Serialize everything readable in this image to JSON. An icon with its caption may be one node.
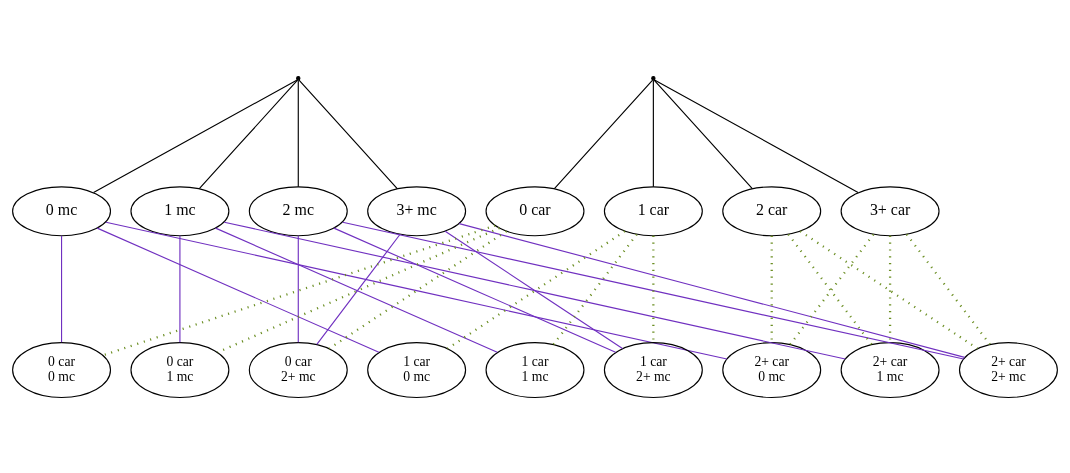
{
  "diagram": {
    "nodes": [
      {
        "text": [],
        "shape": "point"
      },
      {
        "text": [],
        "shape": "point"
      },
      {
        "text": [
          "0 mc"
        ]
      },
      {
        "text": [
          "1 mc"
        ]
      },
      {
        "text": [
          "2 mc"
        ]
      },
      {
        "text": [
          "3+ mc"
        ]
      },
      {
        "text": [
          "0 car"
        ]
      },
      {
        "text": [
          "1 car"
        ]
      },
      {
        "text": [
          "2 car"
        ]
      },
      {
        "text": [
          "3+ car"
        ]
      },
      {
        "text": [
          "0 car",
          "0 mc"
        ]
      },
      {
        "text": [
          "0 car",
          "1 mc"
        ]
      },
      {
        "text": [
          "0 car",
          "2+ mc"
        ]
      },
      {
        "text": [
          "1 car",
          "0 mc"
        ]
      },
      {
        "text": [
          "1 car",
          "1 mc"
        ]
      },
      {
        "text": [
          "1 car",
          "2+ mc"
        ]
      },
      {
        "text": [
          "2+ car",
          "0 mc"
        ]
      },
      {
        "text": [
          "2+ car",
          "1 mc"
        ]
      },
      {
        "text": [
          "2+ car",
          "2+ mc"
        ]
      }
    ],
    "edges": [
      {
        "from": 0,
        "to": 2,
        "arrow": "none",
        "color": "#000000"
      },
      {
        "from": 0,
        "to": 3,
        "arrow": "none",
        "color": "#000000"
      },
      {
        "from": 0,
        "to": 4,
        "arrow": "none",
        "color": "#000000"
      },
      {
        "from": 0,
        "to": 5,
        "arrow": "none",
        "color": "#000000"
      },
      {
        "from": 1,
        "to": 6,
        "arrow": "none",
        "color": "#000000"
      },
      {
        "from": 1,
        "to": 7,
        "arrow": "none",
        "color": "#000000"
      },
      {
        "from": 1,
        "to": 8,
        "arrow": "none",
        "color": "#000000"
      },
      {
        "from": 1,
        "to": 9,
        "arrow": "none",
        "color": "#000000"
      },
      {
        "from": 2,
        "to": 10,
        "arrow": "none",
        "color": "#7030c0"
      },
      {
        "from": 2,
        "to": 13,
        "arrow": "none",
        "color": "#7030c0"
      },
      {
        "from": 2,
        "to": 16,
        "arrow": "none",
        "color": "#7030c0"
      },
      {
        "from": 3,
        "to": 11,
        "arrow": "none",
        "color": "#7030c0"
      },
      {
        "from": 3,
        "to": 14,
        "arrow": "none",
        "color": "#7030c0"
      },
      {
        "from": 3,
        "to": 17,
        "arrow": "none",
        "color": "#7030c0"
      },
      {
        "from": 4,
        "to": 12,
        "arrow": "none",
        "color": "#7030c0"
      },
      {
        "from": 4,
        "to": 15,
        "arrow": "none",
        "color": "#7030c0"
      },
      {
        "from": 4,
        "to": 18,
        "arrow": "none",
        "color": "#7030c0"
      },
      {
        "from": 5,
        "to": 12,
        "arrow": "none",
        "color": "#7030c0"
      },
      {
        "from": 5,
        "to": 15,
        "arrow": "none",
        "color": "#7030c0"
      },
      {
        "from": 5,
        "to": 18,
        "arrow": "none",
        "color": "#7030c0"
      },
      {
        "from": 6,
        "to": 10,
        "arrow": "none",
        "style": "dashed",
        "color": "#6b8e23"
      },
      {
        "from": 6,
        "to": 11,
        "arrow": "none",
        "style": "dashed",
        "color": "#6b8e23"
      },
      {
        "from": 6,
        "to": 12,
        "arrow": "none",
        "style": "dashed",
        "color": "#6b8e23"
      },
      {
        "from": 7,
        "to": 13,
        "arrow": "none",
        "style": "dashed",
        "color": "#6b8e23"
      },
      {
        "from": 7,
        "to": 14,
        "arrow": "none",
        "style": "dashed",
        "color": "#6b8e23"
      },
      {
        "from": 7,
        "to": 15,
        "arrow": "none",
        "style": "dashed",
        "color": "#6b8e23"
      },
      {
        "from": 8,
        "to": 16,
        "arrow": "none",
        "style": "dashed",
        "color": "#6b8e23"
      },
      {
        "from": 8,
        "to": 17,
        "arrow": "none",
        "style": "dashed",
        "color": "#6b8e23"
      },
      {
        "from": 8,
        "to": 18,
        "arrow": "none",
        "style": "dashed",
        "color": "#6b8e23"
      },
      {
        "from": 9,
        "to": 16,
        "arrow": "none",
        "style": "dashed",
        "color": "#6b8e23"
      },
      {
        "from": 9,
        "to": 17,
        "arrow": "none",
        "style": "dashed",
        "color": "#6b8e23"
      },
      {
        "from": 9,
        "to": 18,
        "arrow": "none",
        "style": "dashed",
        "color": "#6b8e23"
      }
    ]
  }
}
